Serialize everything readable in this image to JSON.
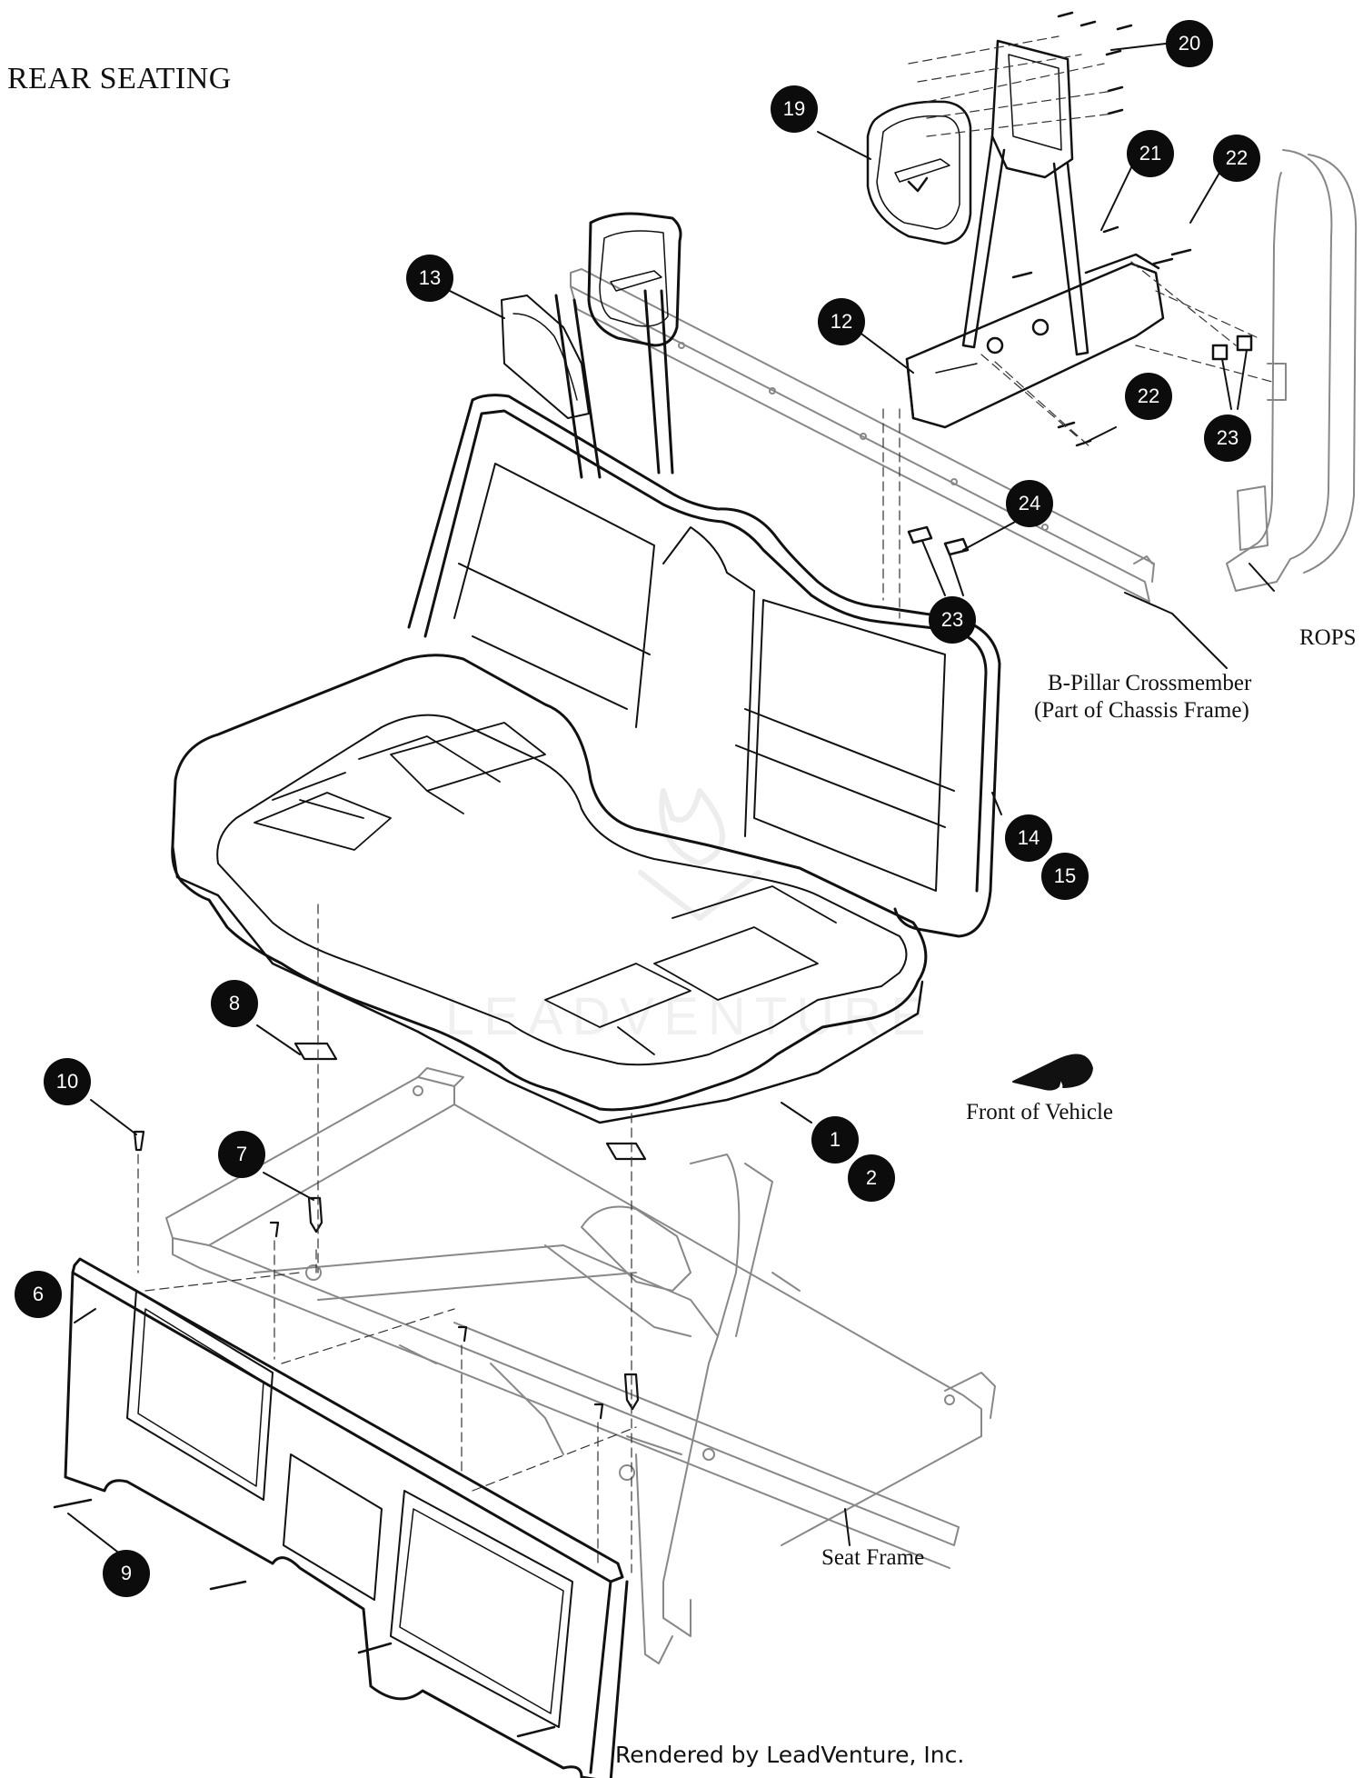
{
  "title": "REAR SEATING",
  "callouts": [
    {
      "num": "20"
    },
    {
      "num": "19"
    },
    {
      "num": "21"
    },
    {
      "num": "22"
    },
    {
      "num": "12"
    },
    {
      "num": "13"
    },
    {
      "num": "22"
    },
    {
      "num": "23"
    },
    {
      "num": "24"
    },
    {
      "num": "23"
    },
    {
      "num": "14"
    },
    {
      "num": "15"
    },
    {
      "num": "8"
    },
    {
      "num": "10"
    },
    {
      "num": "7"
    },
    {
      "num": "1"
    },
    {
      "num": "2"
    },
    {
      "num": "6"
    },
    {
      "num": "9"
    }
  ],
  "labels": {
    "rops": "ROPS",
    "b_pillar_1": "B-Pillar Crossmember",
    "b_pillar_2": "(Part of Chassis Frame)",
    "front_of_vehicle": "Front of Vehicle",
    "seat_frame": "Seat Frame"
  },
  "watermark": "LEADVENTURE",
  "footer": "Rendered by LeadVenture, Inc."
}
